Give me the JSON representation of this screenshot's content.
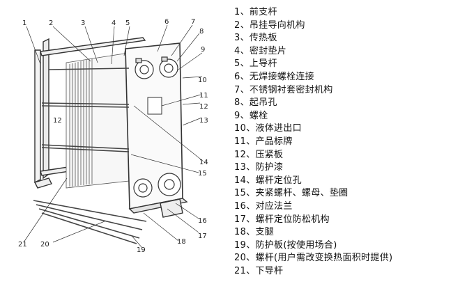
{
  "callouts": [
    "1",
    "2",
    "3",
    "4",
    "5",
    "6",
    "7",
    "8",
    "9",
    "10",
    "11",
    "12",
    "13",
    "14",
    "15",
    "16",
    "17",
    "18",
    "19",
    "20",
    "21"
  ],
  "legend": [
    "1、前支杆",
    "2、吊挂导向机构",
    "3、传热板",
    "4、密封垫片",
    "5、上导杆",
    "6、无焊接螺栓连接",
    "7、不锈钢衬套密封机构",
    "8、起吊孔",
    "9、螺栓",
    "10、液体进出口",
    "11、产品标牌",
    "12、压紧板",
    "13、防护漆",
    "14、螺杆定位孔",
    "15、夹紧螺杆、螺母、垫圈",
    "16、对应法兰",
    "17、螺杆定位防松机构",
    "18、支腿",
    "19、防护板(按使用场合)",
    "20、螺杆(用户需改变换热面积时提供)",
    "21、下导杆"
  ]
}
